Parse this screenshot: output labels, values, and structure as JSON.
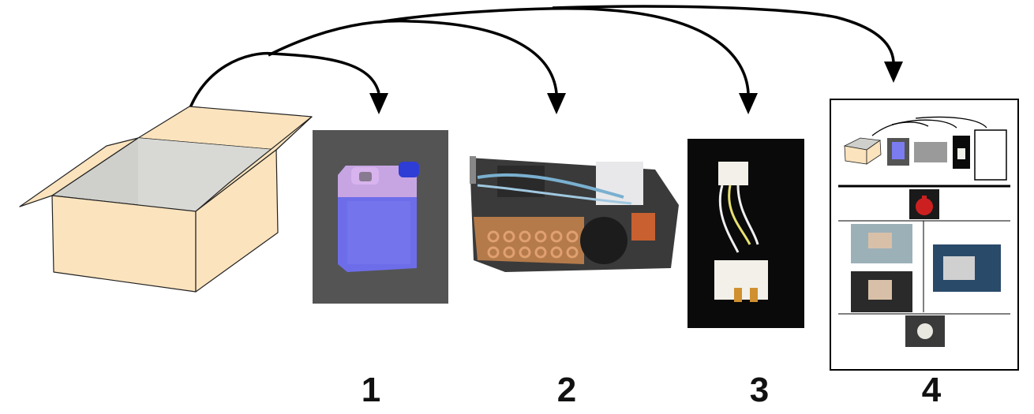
{
  "labels": [
    "1",
    "2",
    "3",
    "4"
  ],
  "items": [
    {
      "label": "1",
      "icon": "coolant-canister-photo"
    },
    {
      "label": "2",
      "icon": "cooling-unit-photo"
    },
    {
      "label": "3",
      "icon": "wiring-connector-photo"
    },
    {
      "label": "4",
      "icon": "instruction-sheet-icon"
    }
  ],
  "box_icon": "open-cardboard-box-icon",
  "colors": {
    "box_face": "#fbe3bd",
    "box_inner": "#cfd0cb",
    "arrow": "#000000",
    "photo_bg_1": "#545454",
    "photo_bg_3": "#0a0a0a"
  }
}
